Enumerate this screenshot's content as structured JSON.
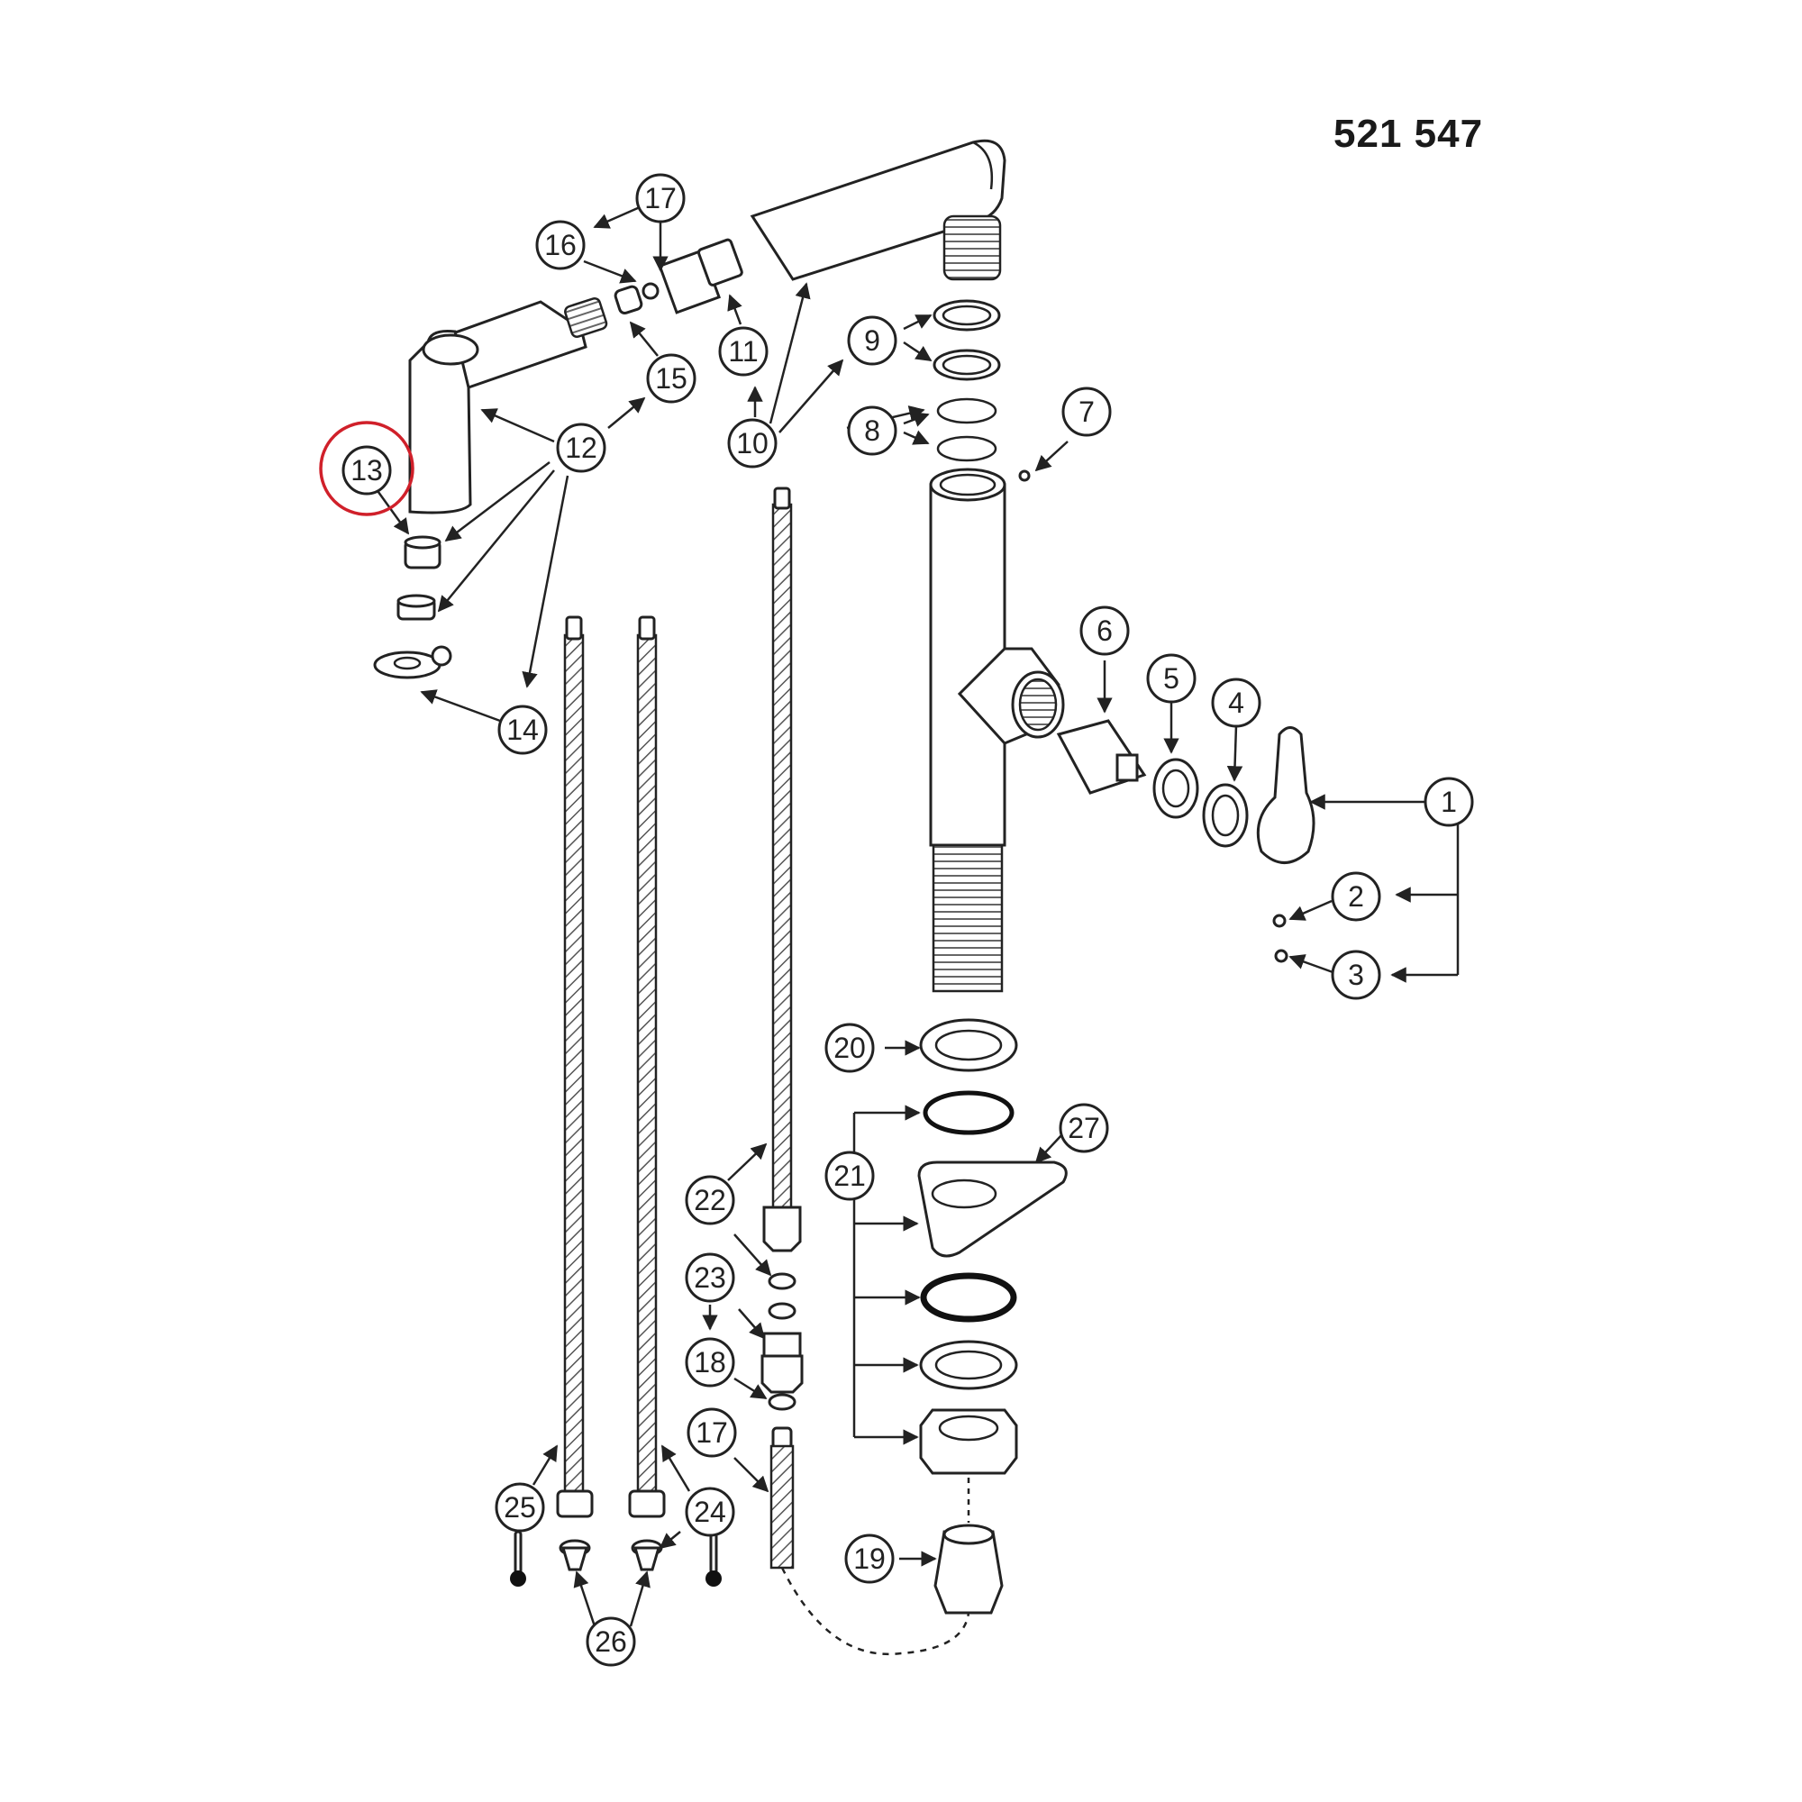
{
  "model_number": "521 547",
  "callouts": {
    "c1": "1",
    "c2": "2",
    "c3": "3",
    "c4": "4",
    "c5": "5",
    "c6": "6",
    "c7": "7",
    "c8": "8",
    "c9": "9",
    "c10": "10",
    "c11": "11",
    "c12": "12",
    "c13": "13",
    "c14": "14",
    "c15": "15",
    "c16": "16",
    "c17a": "17",
    "c17b": "17",
    "c18": "18",
    "c19": "19",
    "c20": "20",
    "c21": "21",
    "c22": "22",
    "c23": "23",
    "c24": "24",
    "c25": "25",
    "c26": "26",
    "c27": "27"
  },
  "highlighted_callout": "13",
  "colors": {
    "line": "#222222",
    "highlight": "#d0202a",
    "background": "#ffffff"
  }
}
